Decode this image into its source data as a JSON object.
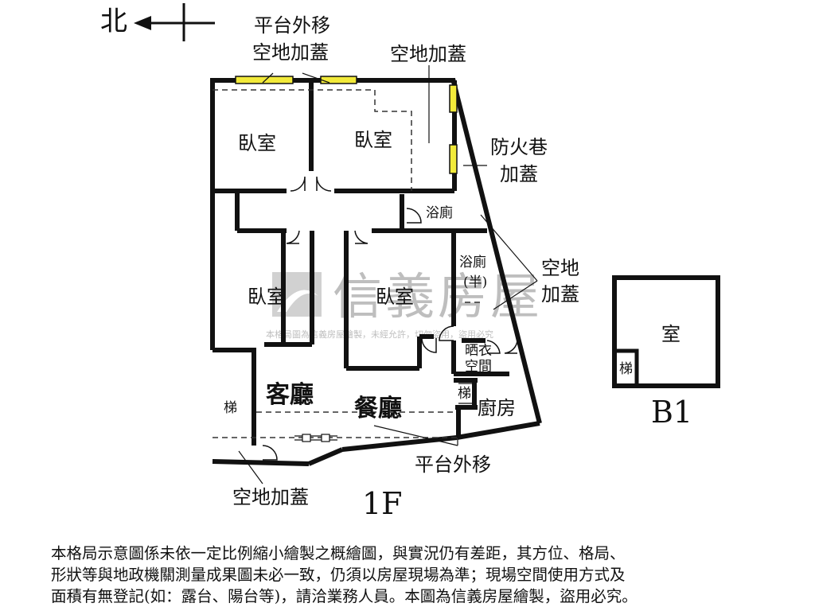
{
  "compass": {
    "north_label": "北"
  },
  "labels": {
    "balcony_moved_top": "平台外移",
    "open_space_extension_top": "空地加蓋",
    "open_space_extension_right_top": "空地加蓋",
    "fire_lane_line1": "防火巷",
    "fire_lane_line2": "加蓋",
    "open_space_right_line1": "空地",
    "open_space_right_line2": "加蓋",
    "balcony_moved_bottom": "平台外移",
    "open_space_extension_bottom": "空地加蓋"
  },
  "rooms": {
    "bedroom_1": "臥室",
    "bedroom_2": "臥室",
    "bedroom_3": "臥室",
    "bedroom_4": "臥室",
    "bathroom": "浴廁",
    "half_bath_line1": "浴廁",
    "half_bath_line2": "(半)",
    "drying_line1": "晒衣",
    "drying_line2": "空間",
    "kitchen": "廚房",
    "living_room": "客廳",
    "dining_room": "餐廳",
    "stairs": "梯",
    "stairs_small": "梯",
    "b1_room": "室",
    "b1_stairs": "梯"
  },
  "floor_labels": {
    "first_floor": "1F",
    "basement": "B1"
  },
  "watermark": {
    "brand": "信義房屋",
    "notice": "本格局圖為信義房屋繪製，未經允許，切勿盜用，盜用必究"
  },
  "disclaimer": {
    "line1": "本格局示意圖係未依一定比例縮小繪製之概繪圖，與實況仍有差距，其方位、格局、",
    "line2": "形狀等與地政機關測量成果圖未必一致，仍須以房屋現場為準；現場空間使用方式及",
    "line3": "面積有無登記(如：露台、陽台等)，請洽業務人員。本圖為信義房屋繪製，盜用必究。"
  },
  "colors": {
    "wall": "#111111",
    "window": "#f2ea3a",
    "watermark": "#8a8a8a"
  }
}
